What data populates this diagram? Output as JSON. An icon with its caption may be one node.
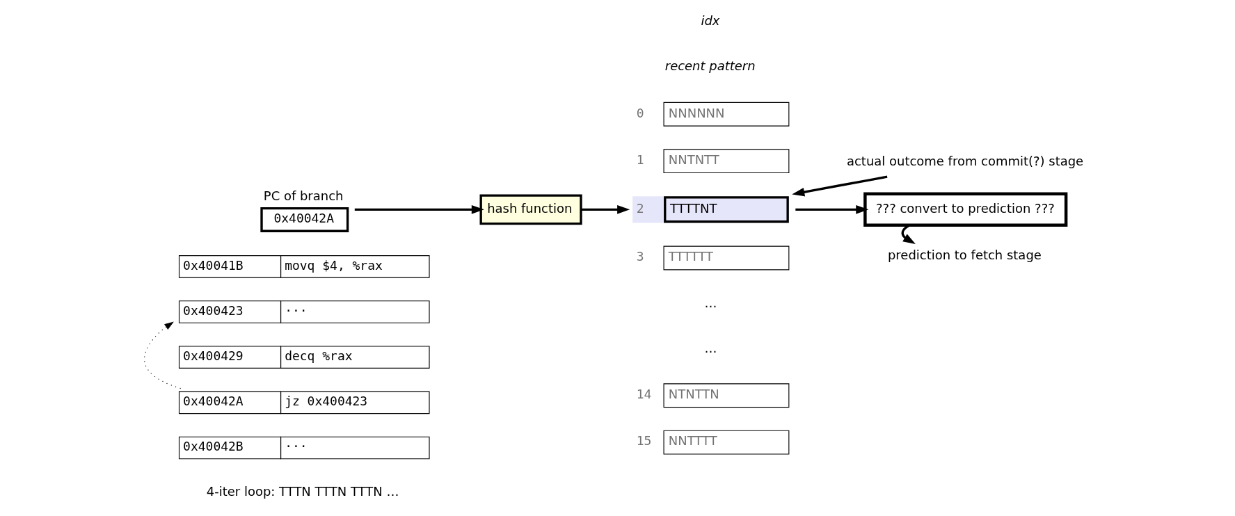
{
  "diagram": {
    "nodes": [
      {
        "text": [
          "PC of branch",
          "0x40042A"
        ]
      },
      {
        "text": [
          "hash function"
        ]
      },
      {
        "text": [
          "0x40041B",
          "movq $4, %rax"
        ]
      },
      {
        "text": [
          "0x400423",
          "···"
        ]
      },
      {
        "text": [
          "0x400429",
          "decq %rax"
        ]
      },
      {
        "text": [
          "0x40042A",
          "jz 0x400423"
        ]
      },
      {
        "text": [
          "0x40042B",
          "···"
        ]
      },
      {
        "text": [
          "0",
          "NNNNNN"
        ]
      },
      {
        "text": [
          "1",
          "NNTNTT"
        ]
      },
      {
        "text": [
          "2",
          "TTTTNT"
        ]
      },
      {
        "text": [
          "3",
          "TTTTTT"
        ]
      },
      {
        "text": [
          "14",
          "NTNTTN"
        ]
      },
      {
        "text": [
          "15",
          "NNTTTT"
        ]
      },
      {
        "text": [
          "actual outcome from commit(?) stage"
        ]
      },
      {
        "text": [
          "??? convert to prediction ???"
        ]
      },
      {
        "text": [
          "prediction to fetch stage"
        ]
      }
    ],
    "edges": [
      {
        "from": 0,
        "to": 1,
        "arrow": "to"
      },
      {
        "from": 1,
        "to": 9,
        "arrow": "to"
      },
      {
        "from": 5,
        "to": 3,
        "arrow": "to",
        "style": "dashed"
      },
      {
        "from": 13,
        "to": 9,
        "arrow": "to"
      },
      {
        "from": 9,
        "to": 14,
        "arrow": "to"
      },
      {
        "from": 14,
        "to": 15,
        "arrow": "to"
      }
    ],
    "labels": [
      "idx",
      "recent pattern",
      "…",
      "…",
      "4-iter loop: TTTN TTTN TTTN …"
    ]
  }
}
